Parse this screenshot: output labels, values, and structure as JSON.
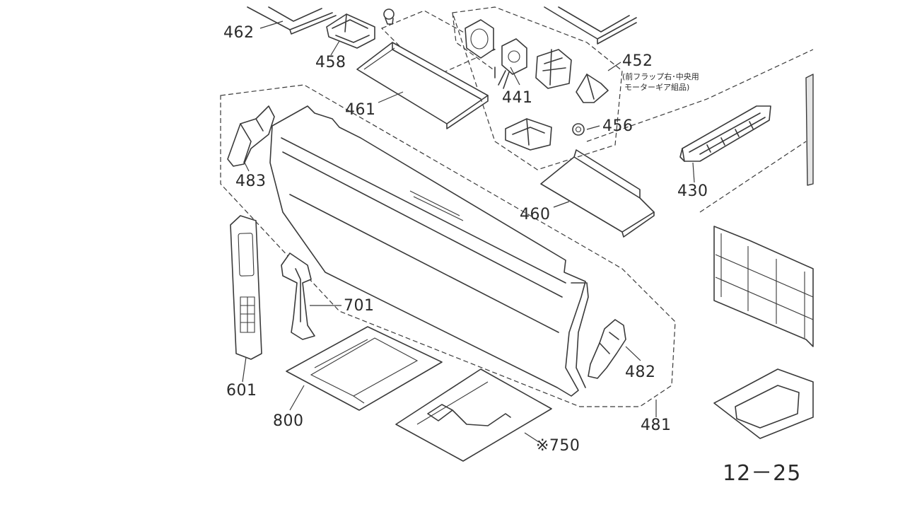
{
  "diagram": {
    "page_number": "12－25",
    "note": {
      "line1": "(前フラップ右･中央用",
      "line2": "モーターギア組品)"
    },
    "parts": [
      {
        "id": "462",
        "label": "462"
      },
      {
        "id": "458",
        "label": "458"
      },
      {
        "id": "461",
        "label": "461"
      },
      {
        "id": "441",
        "label": "441"
      },
      {
        "id": "452",
        "label": "452"
      },
      {
        "id": "456",
        "label": "456"
      },
      {
        "id": "483",
        "label": "483"
      },
      {
        "id": "430",
        "label": "430"
      },
      {
        "id": "460",
        "label": "460"
      },
      {
        "id": "701",
        "label": "701"
      },
      {
        "id": "601",
        "label": "601"
      },
      {
        "id": "482",
        "label": "482"
      },
      {
        "id": "800",
        "label": "800"
      },
      {
        "id": "481",
        "label": "481"
      },
      {
        "id": "750",
        "label": "※750"
      }
    ]
  }
}
